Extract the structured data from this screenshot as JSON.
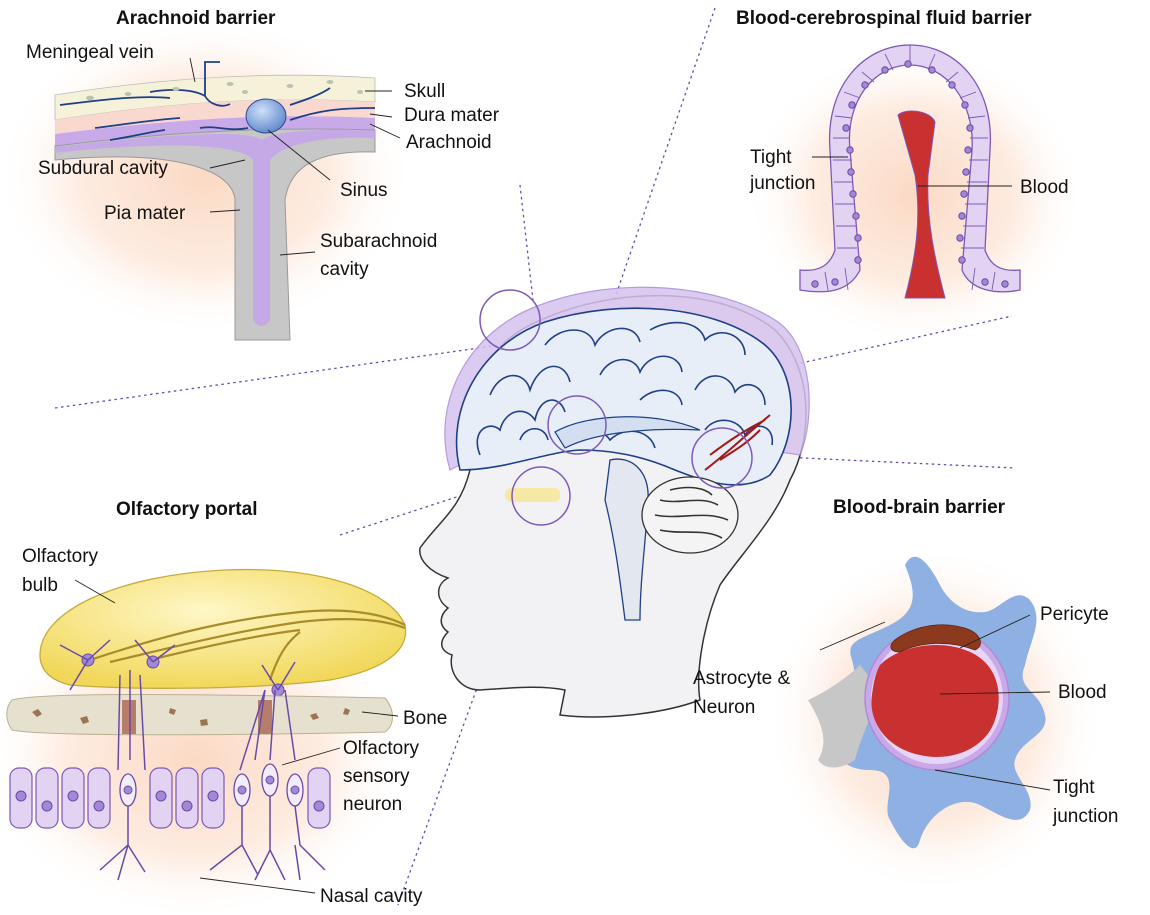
{
  "panels": {
    "arachnoid": {
      "title": "Arachnoid barrier",
      "labels": {
        "meningeal_vein": "Meningeal vein",
        "skull": "Skull",
        "dura_mater": "Dura mater",
        "arachnoid": "Arachnoid",
        "subdural_cavity": "Subdural cavity",
        "sinus": "Sinus",
        "pia_mater": "Pia mater",
        "subarachnoid_line1": "Subarachnoid",
        "subarachnoid_line2": "cavity"
      }
    },
    "csf": {
      "title": "Blood-cerebrospinal fluid barrier",
      "labels": {
        "tight_line1": "Tight",
        "tight_line2": "junction",
        "blood": "Blood"
      }
    },
    "olfactory": {
      "title": "Olfactory portal",
      "labels": {
        "bulb_line1": "Olfactory",
        "bulb_line2": "bulb",
        "bone": "Bone",
        "neuron_line1": "Olfactory",
        "neuron_line2": "sensory",
        "neuron_line3": "neuron",
        "nasal_cavity": "Nasal cavity"
      }
    },
    "bbb": {
      "title": "Blood-brain barrier",
      "labels": {
        "pericyte": "Pericyte",
        "astro_line1": "Astrocyte &",
        "astro_line2": "Neuron",
        "blood": "Blood",
        "tight_line1": "Tight",
        "tight_line2": "junction"
      }
    }
  },
  "colors": {
    "glow": "#fbd9c4",
    "meninges_purple": "#c5a8e6",
    "blood_red": "#cc3a3a",
    "bulb_yellow": "#f6e37a",
    "astrocyte_blue": "#8fb0e2",
    "vein_blue": "#1f3f86"
  }
}
